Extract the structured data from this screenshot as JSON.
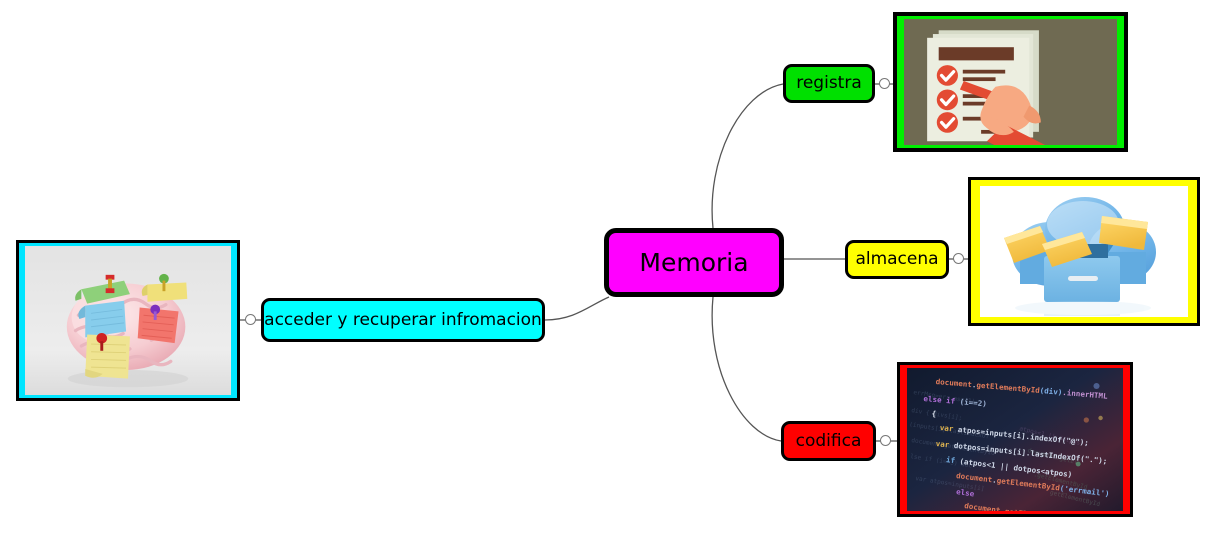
{
  "diagram": {
    "type": "mind-map",
    "title_node": "Memoria",
    "background_color": "#ffffff"
  },
  "nodes": {
    "root": {
      "label": "Memoria",
      "fill": "#ff00ff",
      "border": "#000000"
    },
    "access": {
      "label": "acceder y recuperar infromacion",
      "fill": "#00ffff",
      "border": "#000000"
    },
    "registra": {
      "label": "registra",
      "fill": "#00e000",
      "border": "#000000"
    },
    "almacena": {
      "label": "almacena",
      "fill": "#ffff00",
      "border": "#000000"
    },
    "codifica": {
      "label": "codifica",
      "fill": "#ff0000",
      "border": "#000000"
    }
  },
  "images": {
    "brain": {
      "name": "brain-with-sticky-notes-photo",
      "frame_color": "#00e5ff",
      "description": "brain with colored sticky notes pinned"
    },
    "checklist": {
      "name": "checklist-hand-pencil-illustration",
      "frame_color": "#00ee00",
      "description": "hand with pencil checking a checklist"
    },
    "cloud": {
      "name": "cloud-storage-folders-illustration",
      "frame_color": "#ffff00",
      "description": "cloud with folders going into a drawer"
    },
    "code": {
      "name": "source-code-screen-photo",
      "frame_color": "#ff0000",
      "description": "javascript source code on dark screen"
    }
  },
  "edges": [
    {
      "from": "access",
      "to": "root"
    },
    {
      "from": "root",
      "to": "registra"
    },
    {
      "from": "root",
      "to": "almacena"
    },
    {
      "from": "root",
      "to": "codifica"
    },
    {
      "from": "registra",
      "to": "checklist"
    },
    {
      "from": "almacena",
      "to": "cloud"
    },
    {
      "from": "codifica",
      "to": "code"
    },
    {
      "from": "brain",
      "to": "access"
    }
  ]
}
